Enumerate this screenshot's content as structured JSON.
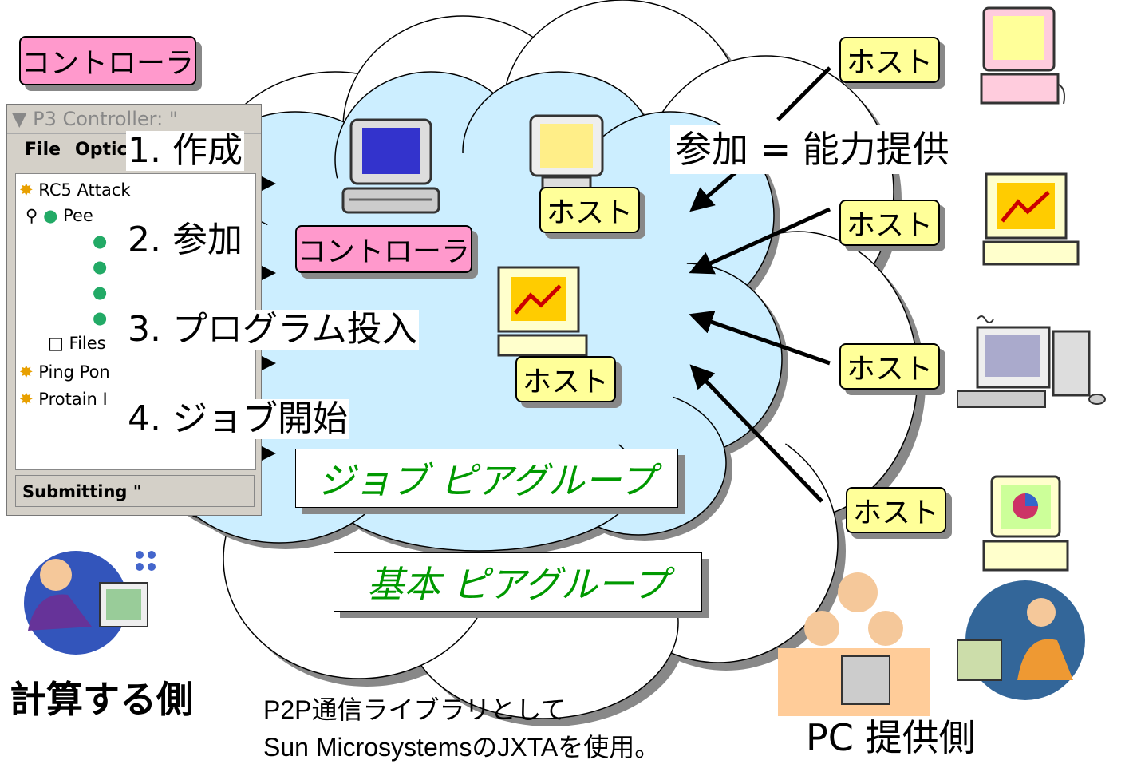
{
  "controller_label_top": "コントローラ",
  "controller_label_center": "コントローラ",
  "window": {
    "title": "P3 Controller: \"",
    "menu_file": "File",
    "menu_options": "Optic",
    "tree_rc5": "RC5 Attack",
    "tree_peers": "Pee",
    "tree_files": "Files",
    "tree_ping": "Ping Pon",
    "tree_protain": "Protain I",
    "status": "Submitting \""
  },
  "steps": [
    "1. 作成",
    "2. 参加",
    "3. プログラム投入",
    "4. ジョブ開始"
  ],
  "host_label": "ホスト",
  "join_caption": "参加 = 能力提供",
  "job_group": "ジョブ ピアグループ",
  "base_group": "基本 ピアグループ",
  "compute_side": "計算する側",
  "pc_side": "PC 提供側",
  "note_line1": "P2P通信ライブラリとして",
  "note_line2": "Sun MicrosystemsのJXTAを使用。",
  "colors": {
    "cloud_outer": "#ffffff",
    "cloud_inner": "#cceeff",
    "pink": "#ff99cc",
    "yellow": "#ffff99",
    "group_text": "#009900"
  }
}
